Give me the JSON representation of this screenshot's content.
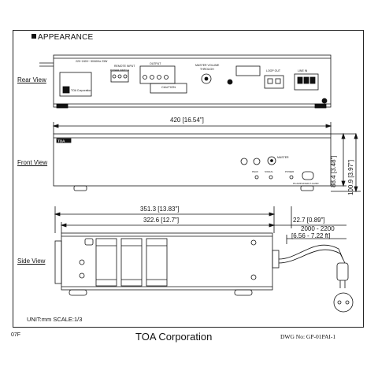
{
  "header": {
    "title": "APPEARANCE"
  },
  "views": {
    "rear": "Rear View",
    "front": "Front View",
    "side": "Side View"
  },
  "dims": {
    "width": "420 [16.54\"]",
    "height_front": "88.4 [3.48\"]",
    "height_total": "100.9 [3.97\"]",
    "depth_total": "351.3 [13.83\"]",
    "depth_body": "322.6 [12.7\"]",
    "protrusion": "22.7 [0.89\"]",
    "cord_mm": "2000 - 2200",
    "cord_ft": "[6.56 - 7.22 ft]"
  },
  "rear_labels": {
    "power": "220~240V~ 50/60Hz 23W",
    "remote": "REMOTE INPUT",
    "power_switch": "POWER SWITCH",
    "output": "OUTPUT",
    "caution": "CAUTION",
    "master_volume": "MASTER VOLUME",
    "through": "THROUGH",
    "loop_out": "LOOP OUT",
    "line_in": "LINE IN",
    "brand": "TOA Corporation"
  },
  "front_labels": {
    "logo": "TOA",
    "master": "MASTER",
    "peak": "PEAK",
    "signal": "SIGNAL",
    "power": "POWER",
    "model": "PA AMPLIFIER P-1120D"
  },
  "footer": {
    "scale": "UNIT:mm    SCALE:1/3",
    "sheet": "07F",
    "corporation": "TOA Corporation",
    "dwg": "DWG No: GP-01PAI-1"
  }
}
